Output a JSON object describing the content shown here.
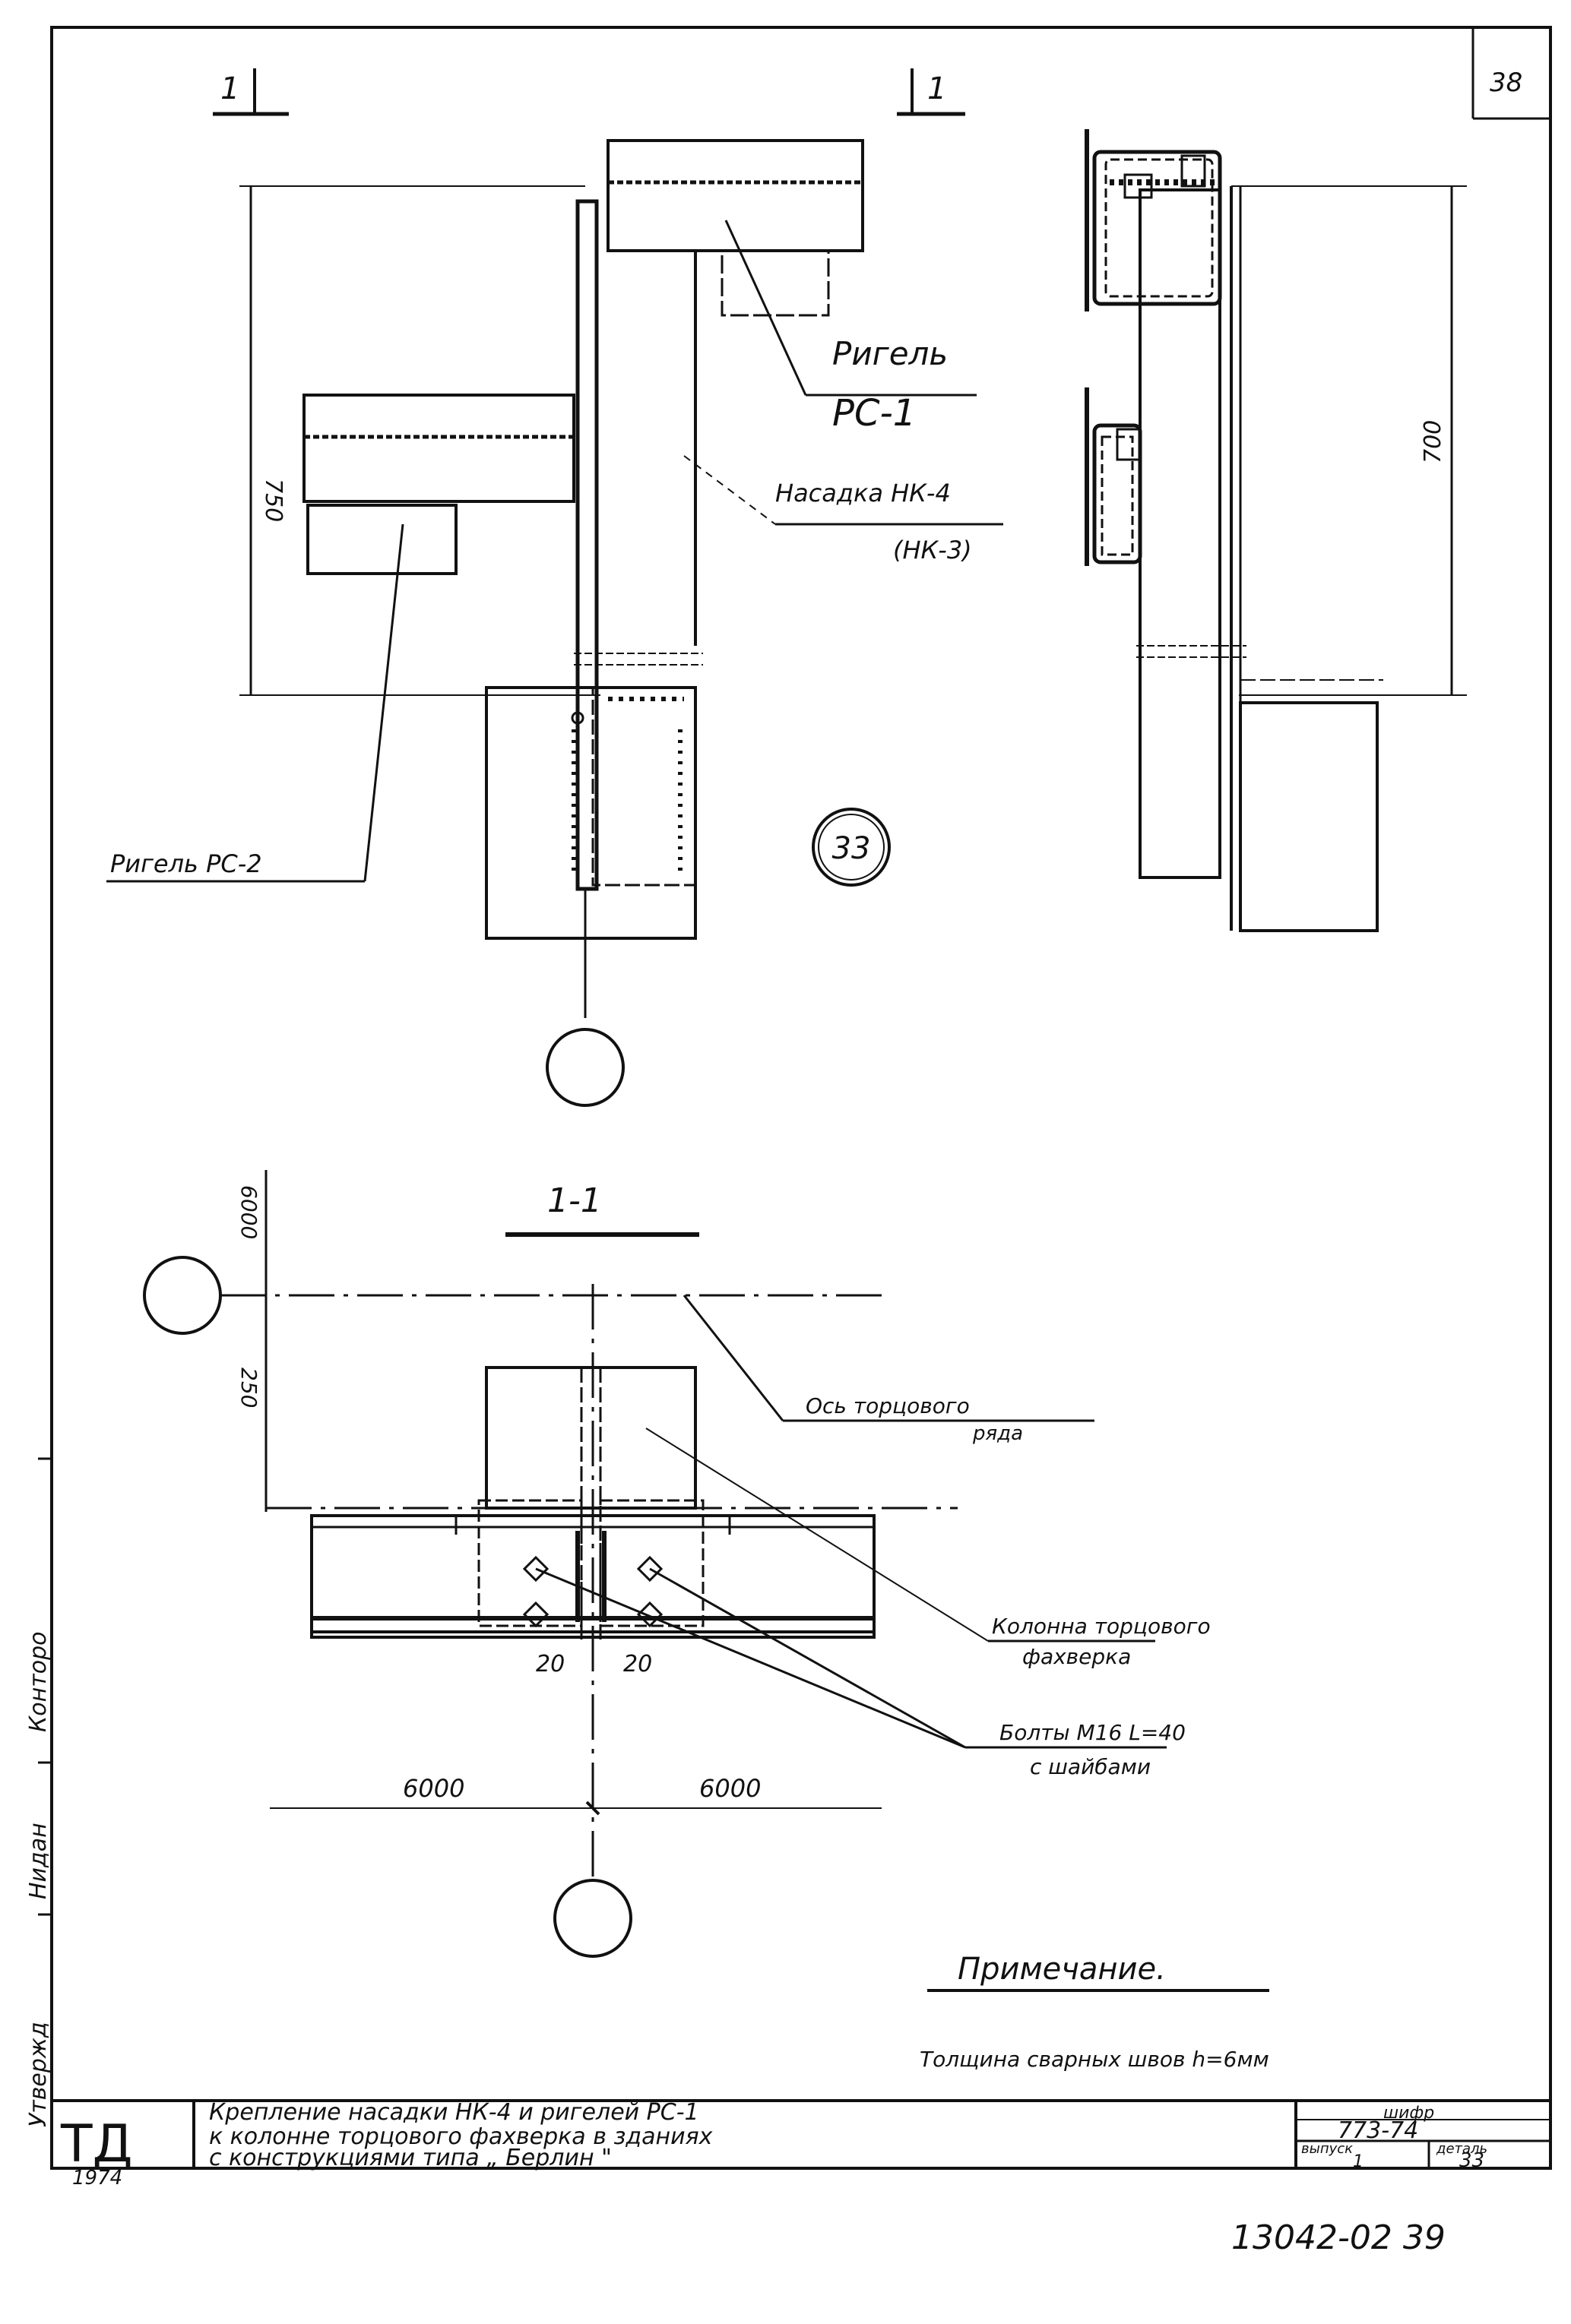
{
  "sheet": {
    "page_number": "38",
    "stamp": "13042-02 39",
    "side_label_1": "Конторо",
    "side_label_2": "Нидан",
    "side_label_3": "Утвержд"
  },
  "view_top": {
    "section_marker_left": "1",
    "section_marker_right": "1",
    "dim_left": "750",
    "dim_right": "700",
    "label_rigel_rc1_line1": "Ригель",
    "label_rigel_rc1_line2": "РС-1",
    "label_nasadka_line1": "Насадка НК-4",
    "label_nasadka_line2": "(НК-3)",
    "label_rigel_rc2": "Ригель РС-2",
    "node_number": "33"
  },
  "view_section": {
    "title": "1-1",
    "dim_6000_top": "6000",
    "dim_250": "250",
    "dim_20_left": "20",
    "dim_20_right": "20",
    "dim_6000_left": "6000",
    "dim_6000_right": "6000",
    "label_axis_line1": "Ось торцового",
    "label_axis_line2": "ряда",
    "label_column_line1": "Колонна торцового",
    "label_column_line2": "фахверка",
    "label_bolts_line1": "Болты М16 L=40",
    "label_bolts_line2": "с шайбами"
  },
  "note": {
    "title": "Примечание.",
    "text": "Толщина сварных швов h=6мм"
  },
  "title_block": {
    "logo": "ТД",
    "year": "1974",
    "title_line1": "Крепление насадки НК-4 и ригелей РС-1",
    "title_line2": "к колонне торцового фахверка в зданиях",
    "title_line3": "с конструкциями типа „ Берлин \"",
    "code_label": "шифр",
    "code_value": "773-74",
    "issue_label": "выпуск",
    "issue_value": "1",
    "detail_label": "деталь",
    "detail_value": "33"
  }
}
